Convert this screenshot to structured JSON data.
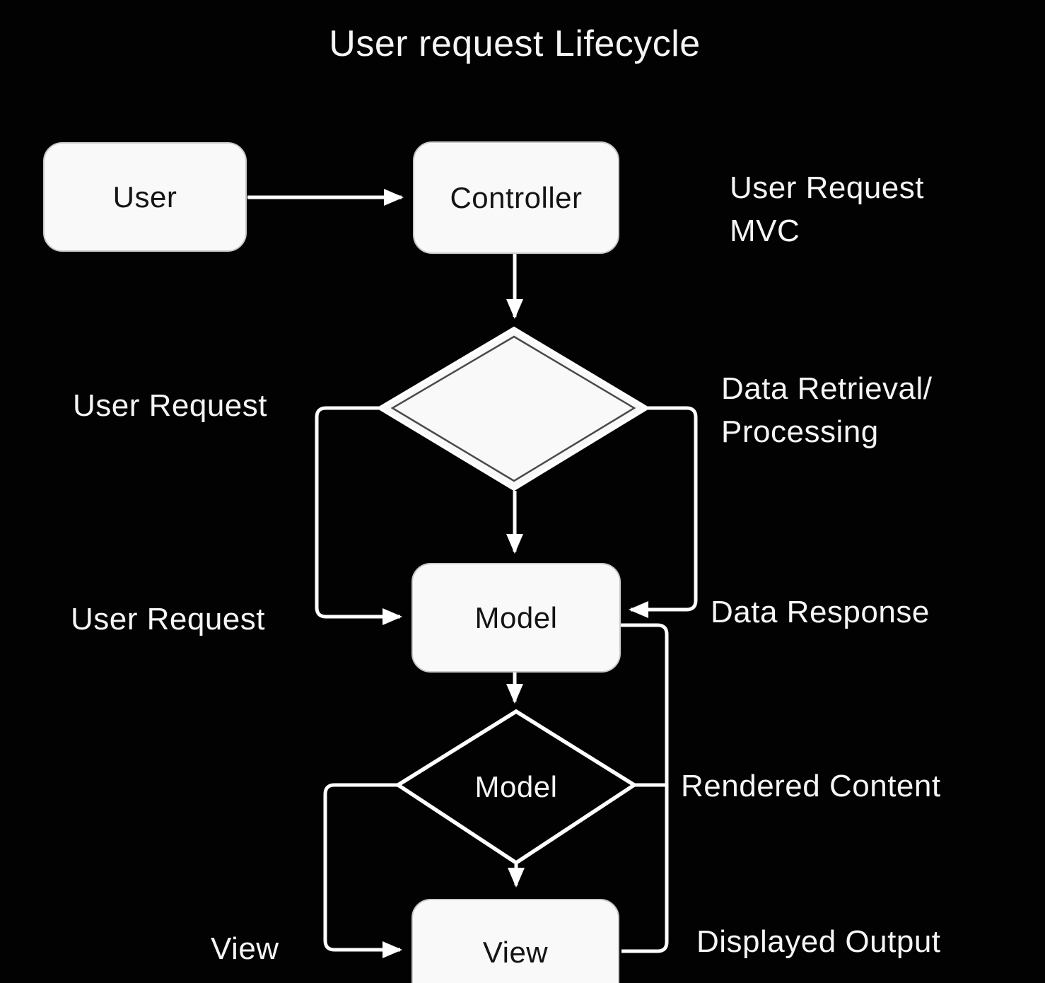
{
  "title": "User request Lifecycle",
  "colors": {
    "background": "#020202",
    "node_fill": "#f9f9f9",
    "node_stroke": "#c9c9c9",
    "node_text": "#141414",
    "line": "#ffffff",
    "label_text": "#f5f5f5",
    "diamond_inner_stroke": "#4a4a4a"
  },
  "nodes": {
    "user": {
      "label": "User",
      "shape": "rect"
    },
    "controller": {
      "label": "Controller",
      "shape": "rect"
    },
    "decision1": {
      "label": "",
      "shape": "diamond"
    },
    "model": {
      "label": "Model",
      "shape": "rect"
    },
    "model_decision": {
      "label": "Model",
      "shape": "diamond"
    },
    "view": {
      "label": "View",
      "shape": "rect"
    }
  },
  "labels": {
    "user_request_mvc_line1": "User Request",
    "user_request_mvc_line2": "MVC",
    "user_request_left_top": "User Request",
    "data_retrieval_line1": "Data Retrieval/",
    "data_retrieval_line2": "Processing",
    "user_request_left_bottom": "User Request",
    "data_response": "Data Response",
    "rendered_content": "Rendered Content",
    "view_left": "View",
    "displayed_output": "Displayed Output"
  }
}
